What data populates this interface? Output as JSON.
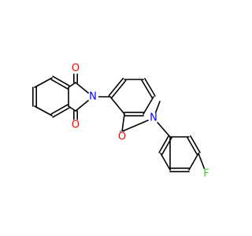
{
  "diagram": {
    "type": "chemical-structure",
    "atoms": [
      {
        "id": "o1",
        "symbol": "O",
        "color": "#ff0000"
      },
      {
        "id": "o2",
        "symbol": "O",
        "color": "#ff0000"
      },
      {
        "id": "n1",
        "symbol": "N",
        "color": "#0000ff"
      },
      {
        "id": "o3",
        "symbol": "O",
        "color": "#ff0000"
      },
      {
        "id": "n2",
        "symbol": "N",
        "color": "#0000ff"
      },
      {
        "id": "f1",
        "symbol": "F",
        "color": "#33cc33"
      }
    ]
  }
}
